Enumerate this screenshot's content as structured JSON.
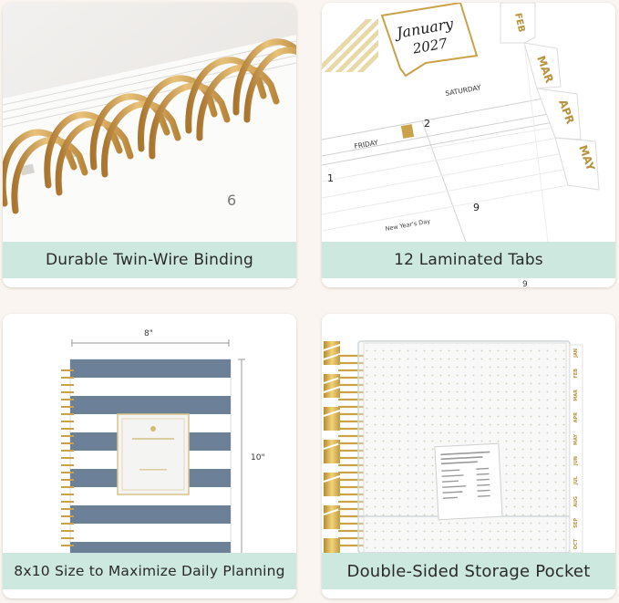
{
  "panels": [
    {
      "caption": "Durable Twin-Wire Binding",
      "page_number": "6"
    },
    {
      "caption": "12 Laminated Tabs",
      "calendar": {
        "month": "January",
        "year": "2027",
        "day_saturday": "SATURDAY",
        "day_friday": "FRIDAY",
        "date_1": "1",
        "date_2": "2",
        "date_9": "9",
        "date_partial": "9",
        "holiday": "New Year's Day"
      },
      "tabs": [
        "FEB",
        "MAR",
        "APR",
        "MAY"
      ]
    },
    {
      "caption": "8x10 Size to Maximize Daily Planning",
      "width_label": "8\"",
      "height_label": "10\""
    },
    {
      "caption": "Double-Sided Storage Pocket",
      "tabs": [
        "JAN",
        "FEB",
        "MAR",
        "APR",
        "MAY",
        "JUN",
        "JUL",
        "AUG",
        "SEP",
        "OCT"
      ]
    }
  ],
  "colors": {
    "caption_bg": "#cde8de",
    "gold": "#c9a24a",
    "stripe_blue": "#6c8197",
    "page_bg": "#faf5f0"
  }
}
